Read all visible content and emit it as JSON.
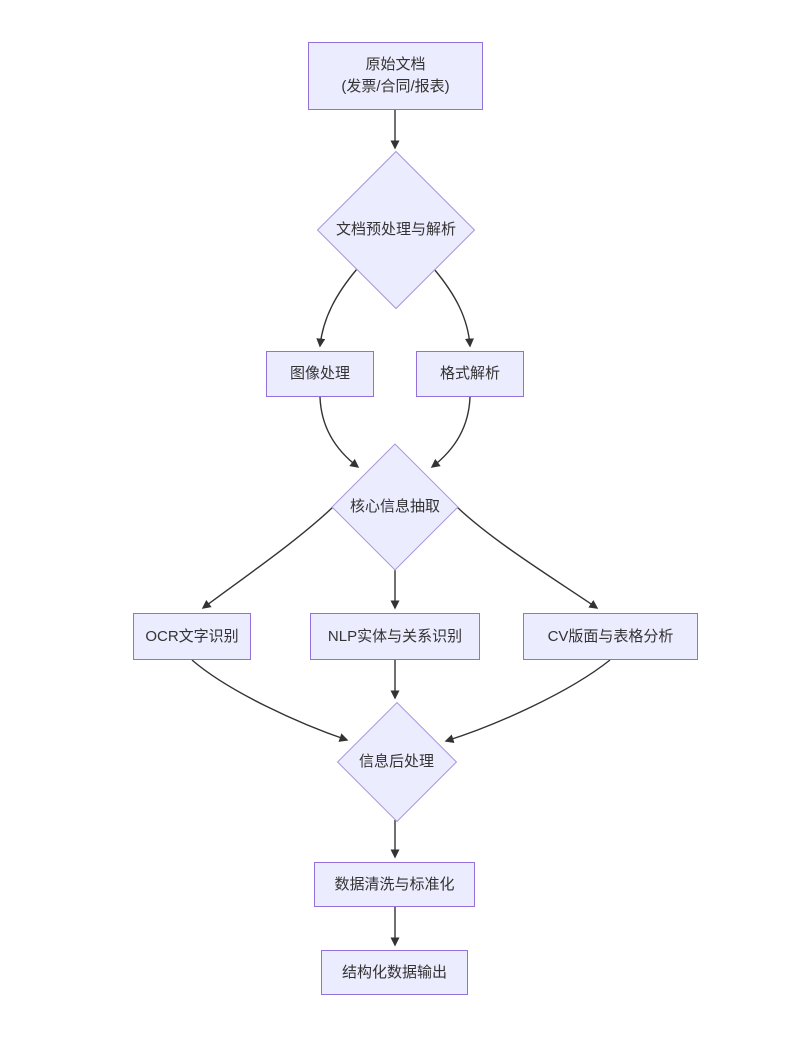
{
  "colors": {
    "node_fill": "#ECECFF",
    "node_border": "#9370DB",
    "edge": "#333333",
    "text": "#333333",
    "background": "#ffffff"
  },
  "diagram": {
    "type": "flowchart-top-down",
    "nodes": {
      "source": {
        "line1": "原始文档",
        "line2": "(发票/合同/报表)",
        "shape": "rect"
      },
      "preprocess": {
        "label": "文档预处理与解析",
        "shape": "diamond"
      },
      "image_processing": {
        "label": "图像处理",
        "shape": "rect"
      },
      "format_parsing": {
        "label": "格式解析",
        "shape": "rect"
      },
      "core_extraction": {
        "label": "核心信息抽取",
        "shape": "diamond"
      },
      "ocr": {
        "label": "OCR文字识别",
        "shape": "rect"
      },
      "nlp": {
        "label": "NLP实体与关系识别",
        "shape": "rect"
      },
      "cv": {
        "label": "CV版面与表格分析",
        "shape": "rect"
      },
      "postprocess": {
        "label": "信息后处理",
        "shape": "diamond"
      },
      "cleaning": {
        "label": "数据清洗与标准化",
        "shape": "rect"
      },
      "output": {
        "label": "结构化数据输出",
        "shape": "rect"
      }
    },
    "edges": [
      {
        "from": "source",
        "to": "preprocess"
      },
      {
        "from": "preprocess",
        "to": "image_processing"
      },
      {
        "from": "preprocess",
        "to": "format_parsing"
      },
      {
        "from": "image_processing",
        "to": "core_extraction"
      },
      {
        "from": "format_parsing",
        "to": "core_extraction"
      },
      {
        "from": "core_extraction",
        "to": "ocr"
      },
      {
        "from": "core_extraction",
        "to": "nlp"
      },
      {
        "from": "core_extraction",
        "to": "cv"
      },
      {
        "from": "ocr",
        "to": "postprocess"
      },
      {
        "from": "nlp",
        "to": "postprocess"
      },
      {
        "from": "cv",
        "to": "postprocess"
      },
      {
        "from": "postprocess",
        "to": "cleaning"
      },
      {
        "from": "cleaning",
        "to": "output"
      }
    ]
  }
}
